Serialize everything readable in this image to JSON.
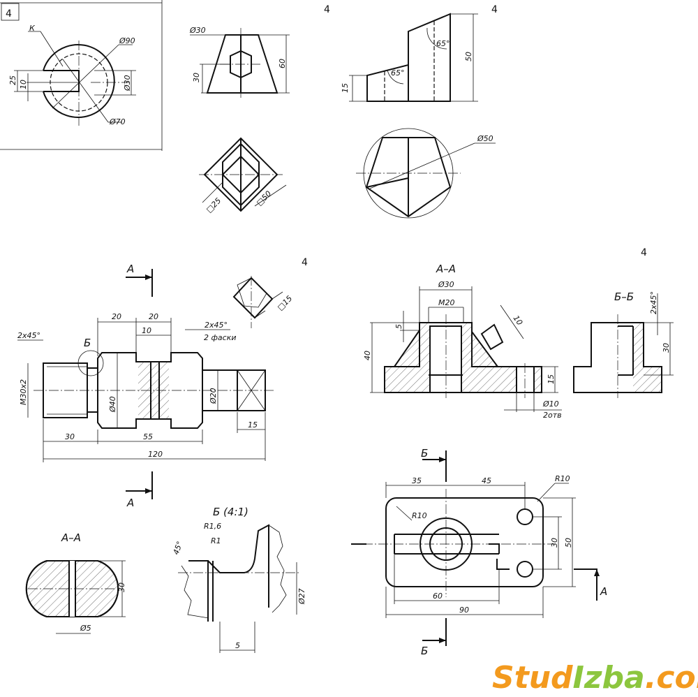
{
  "sheet_numbers": [
    "4",
    "4",
    "4",
    "4",
    "4"
  ],
  "task1": {
    "labels": {
      "k": "К",
      "d90": "Ø90",
      "d30": "Ø30",
      "d70": "Ø70",
      "d25": "25",
      "d10": "10"
    }
  },
  "task2": {
    "labels": {
      "d30": "Ø30",
      "h30": "30",
      "h60": "60",
      "sq25": "□25",
      "sq50": "□50"
    }
  },
  "task3": {
    "labels": {
      "h15": "15",
      "h50": "50",
      "a65a": "65°",
      "a65b": "65°",
      "d50": "Ø50"
    }
  },
  "task4": {
    "labels": {
      "A_top": "А",
      "A_bot": "А",
      "B": "Б",
      "chamfer1": "2х45°",
      "chamfer2": "2х45°",
      "chamfer2_note": "2 фаски",
      "d20a": "20",
      "d20b": "20",
      "d10": "10",
      "m30": "М30х2",
      "dia40": "Ø40",
      "dia20": "Ø20",
      "l15": "15",
      "l30": "30",
      "l55": "55",
      "l120": "120",
      "sq15": "□15"
    },
    "section_aa": {
      "title": "А–А",
      "h30": "30",
      "d5": "Ø5"
    },
    "detail_b": {
      "title": "Б (4:1)",
      "r16": "R1,6",
      "r1": "R1",
      "a45": "45°",
      "d27": "Ø27",
      "l5": "5"
    }
  },
  "task5": {
    "section_aa": {
      "title": "А–А",
      "d30": "Ø30",
      "m20": "М20",
      "h5": "5",
      "h40": "40",
      "l10": "10",
      "h15": "15",
      "d10": "Ø10",
      "count": "2отв"
    },
    "section_bb": {
      "title": "Б–Б",
      "chamfer": "2х45°",
      "h30": "30"
    },
    "plan": {
      "B_top": "Б",
      "B_bot": "Б",
      "A": "А",
      "l35": "35",
      "l45": "45",
      "r10a": "R10",
      "r10b": "R10",
      "h30": "30",
      "h50": "50",
      "l60": "60",
      "l90": "90"
    }
  },
  "watermark": {
    "part1": "Stud",
    "part2": "Izba",
    "part3": ".com",
    "colors": {
      "orange": "#f39a1e",
      "green": "#8cc63e"
    }
  }
}
